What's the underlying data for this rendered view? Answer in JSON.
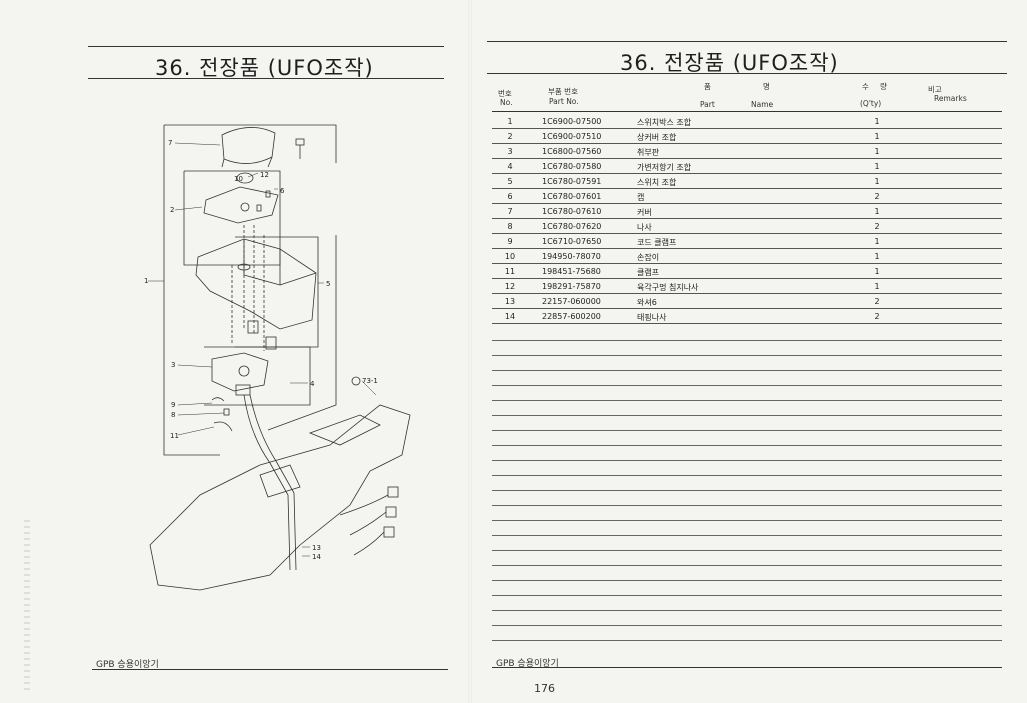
{
  "left_page": {
    "title": "36. 전장품 (UFO조작)",
    "footer": "GPB 승용이앙기",
    "callouts": [
      "7",
      "10",
      "12",
      "6",
      "2",
      "1",
      "5",
      "3",
      "4",
      "9",
      "8",
      "11",
      "73-1",
      "13",
      "14"
    ]
  },
  "right_page": {
    "title": "36. 전장품 (UFO조작)",
    "header": {
      "no_ko": "번호",
      "no_en": "No.",
      "part_ko": "부품 번호",
      "part_en": "Part No.",
      "name_ko_1": "품",
      "name_ko_2": "명",
      "name_en_1": "Part",
      "name_en_2": "Name",
      "qty_ko_1": "수",
      "qty_ko_2": "량",
      "qty_en": "(Q'ty)",
      "remarks_ko": "비고",
      "remarks_en": "Remarks"
    },
    "rows": [
      {
        "no": "1",
        "part": "1C6900-07500",
        "name": "스위치박스 조합",
        "qty": "1"
      },
      {
        "no": "2",
        "part": "1C6900-07510",
        "name": "상커버 조합",
        "qty": "1"
      },
      {
        "no": "3",
        "part": "1C6800-07560",
        "name": "취부판",
        "qty": "1"
      },
      {
        "no": "4",
        "part": "1C6780-07580",
        "name": "가변저항기 조합",
        "qty": "1"
      },
      {
        "no": "5",
        "part": "1C6780-07591",
        "name": "스위치 조합",
        "qty": "1"
      },
      {
        "no": "6",
        "part": "1C6780-07601",
        "name": "캡",
        "qty": "2"
      },
      {
        "no": "7",
        "part": "1C6780-07610",
        "name": "커버",
        "qty": "1"
      },
      {
        "no": "8",
        "part": "1C6780-07620",
        "name": "나사",
        "qty": "2"
      },
      {
        "no": "9",
        "part": "1C6710-07650",
        "name": "코드 클램프",
        "qty": "1"
      },
      {
        "no": "10",
        "part": "194950-78070",
        "name": "손잡이",
        "qty": "1"
      },
      {
        "no": "11",
        "part": "198451-75680",
        "name": "클램프",
        "qty": "1"
      },
      {
        "no": "12",
        "part": "198291-75870",
        "name": "육각구멍 침지나사",
        "qty": "1"
      },
      {
        "no": "13",
        "part": "22157-060000",
        "name": "와셔6",
        "qty": "2"
      },
      {
        "no": "14",
        "part": "22857-600200",
        "name": "태핑나사",
        "qty": "2"
      }
    ],
    "footer": "GPB 승용이앙기",
    "page_number": "176"
  }
}
